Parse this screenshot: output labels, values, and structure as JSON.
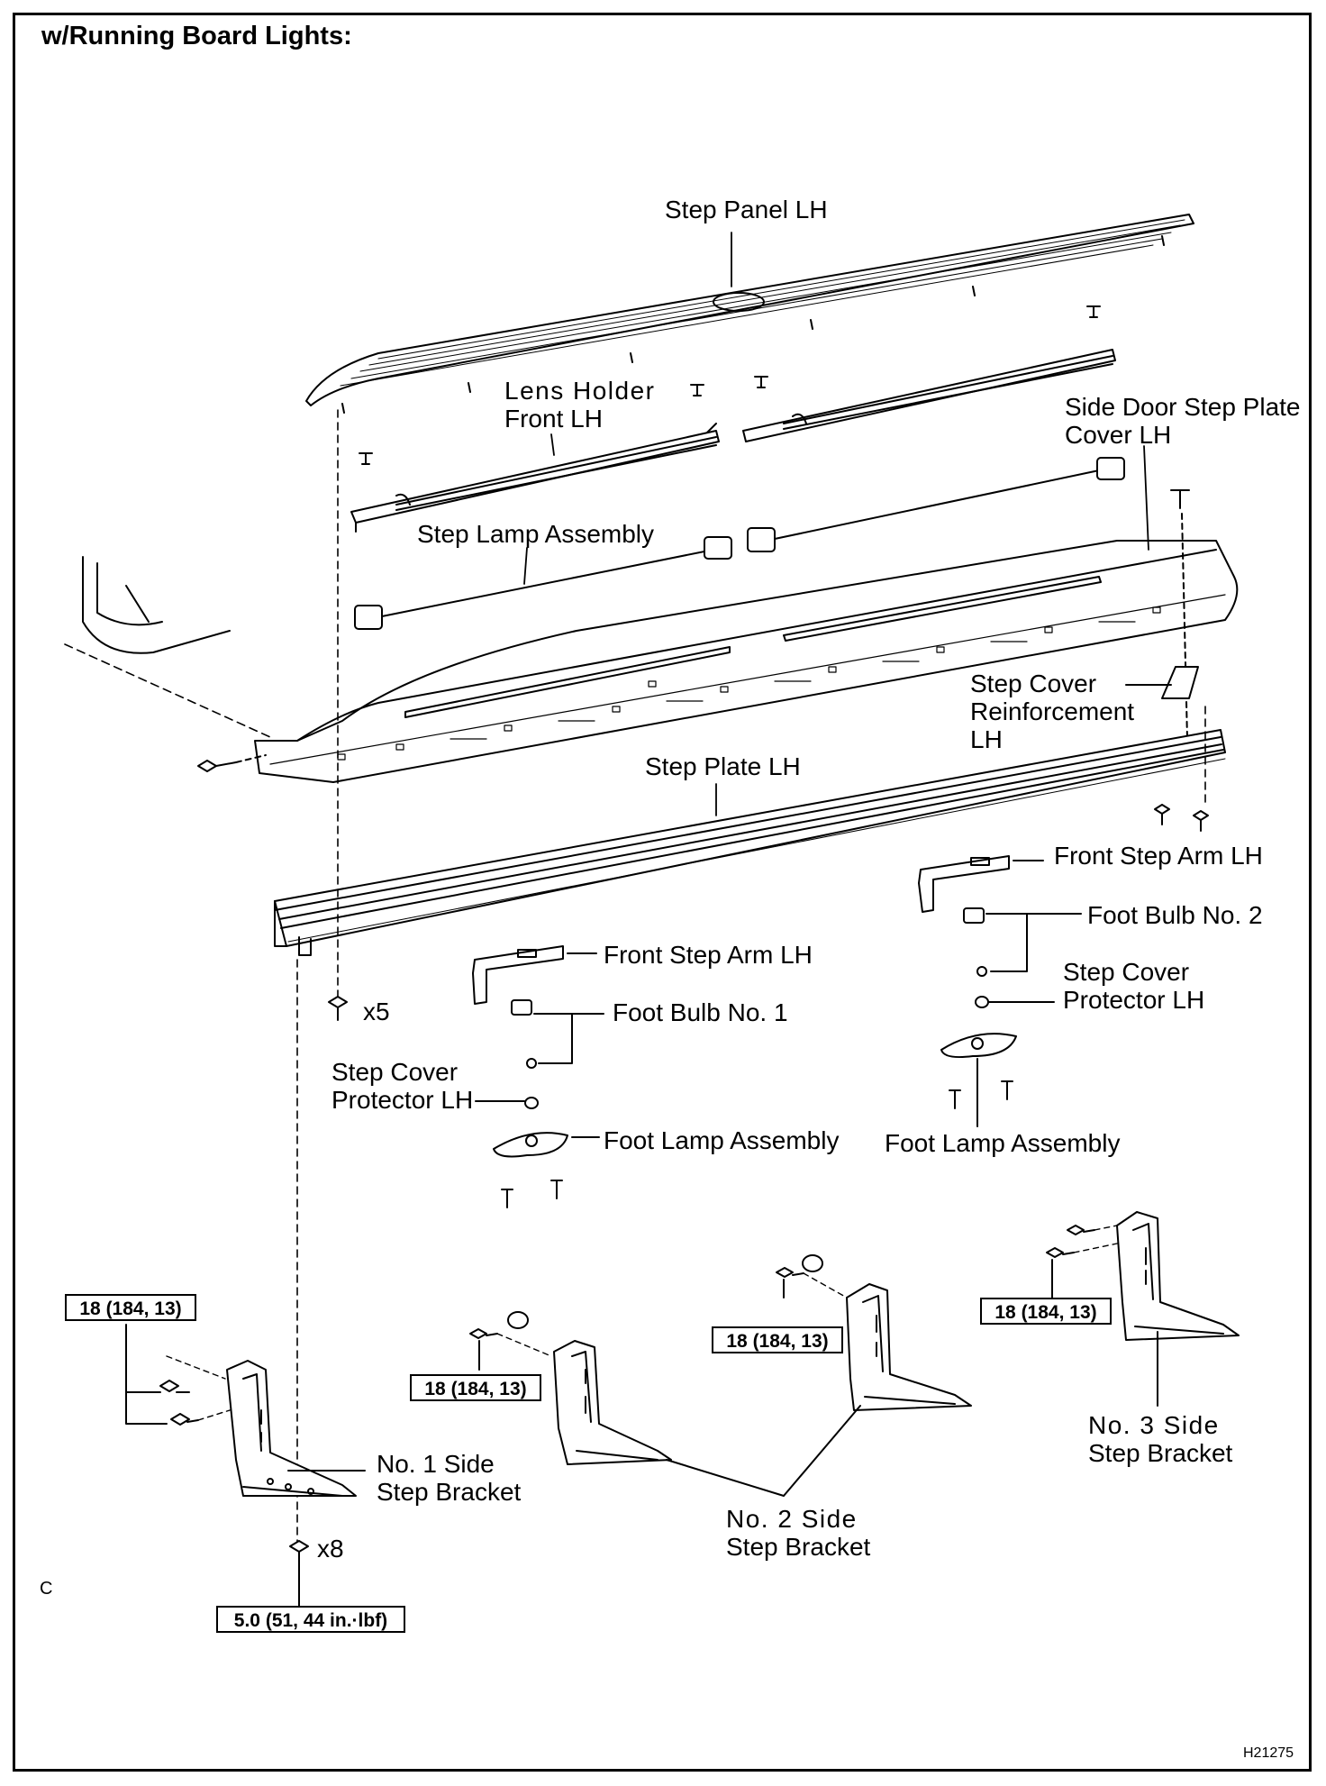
{
  "header": "w/Running Board Lights:",
  "labels": {
    "step_panel": "Step Panel LH",
    "lens_holder_1": "Lens  Holder",
    "lens_holder_2": "Front LH",
    "side_door_1": "Side Door Step Plate",
    "side_door_2": "Cover LH",
    "step_lamp": "Step Lamp Assembly",
    "reinf_1": "Step Cover",
    "reinf_2": "Reinforcement",
    "reinf_3": "LH",
    "step_plate": "Step Plate LH",
    "front_arm_upper": "Front Step Arm LH",
    "foot_bulb_2": "Foot Bulb No. 2",
    "protector_right_1": "Step Cover",
    "protector_right_2": "Protector LH",
    "foot_lamp_right": "Foot Lamp Assembly",
    "front_arm_lower": "Front Step Arm LH",
    "foot_bulb_1": "Foot Bulb No. 1",
    "protector_left_1": "Step Cover",
    "protector_left_2": "Protector LH",
    "foot_lamp_left": "Foot Lamp Assembly",
    "bracket1_1": "No. 1 Side",
    "bracket1_2": "Step Bracket",
    "bracket2_1": "No.  2  Side",
    "bracket2_2": "Step Bracket",
    "bracket3_1": "No.  3  Side",
    "bracket3_2": "Step Bracket"
  },
  "counts": {
    "x5": "x5",
    "x8": "x8"
  },
  "torques": {
    "t1": "18 (184, 13)",
    "t2": "18 (184, 13)",
    "t3": "18 (184, 13)",
    "t4": "18 (184, 13)",
    "t5": "5.0 (51, 44 in.·lbf)"
  },
  "corner_left": "C",
  "figure_code": "H21275"
}
